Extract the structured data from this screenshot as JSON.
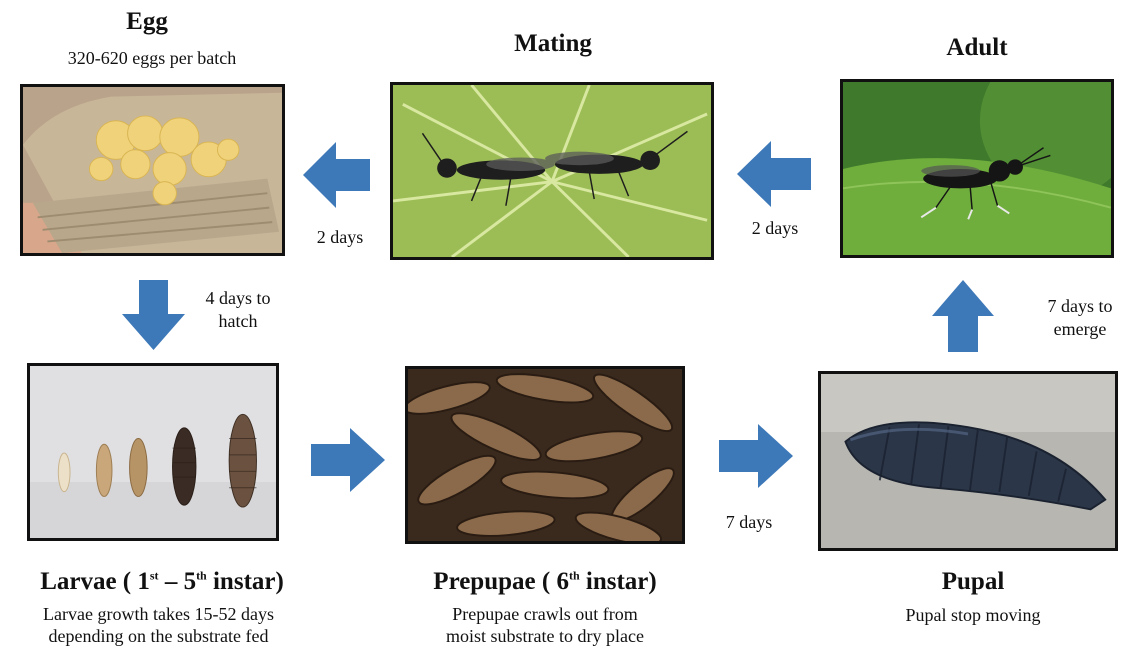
{
  "stages": {
    "egg": {
      "title": "Egg",
      "subtitle": "320-620 eggs per batch",
      "image": "egg-cluster-photo"
    },
    "mating": {
      "title": "Mating",
      "image": "mating-flies-photo"
    },
    "adult": {
      "title": "Adult",
      "image": "adult-fly-photo"
    },
    "larvae": {
      "title_prefix": "Larvae ( 1",
      "title_sup1": "st",
      "title_mid": " – 5",
      "title_sup2": "th",
      "title_suffix": " instar)",
      "desc_line1": "Larvae growth takes 15-52 days",
      "desc_line2": "depending  on the substrate fed",
      "image": "larvae-instars-photo"
    },
    "prepupae": {
      "title_prefix": "Prepupae ( 6",
      "title_sup": "th",
      "title_suffix": " instar)",
      "desc_line1": "Prepupae crawls out from",
      "desc_line2": "moist substrate to dry place",
      "image": "prepupae-photo"
    },
    "pupal": {
      "title": "Pupal",
      "subtitle": "Pupal stop moving",
      "image": "pupa-photo"
    }
  },
  "transitions": {
    "egg_to_larvae": {
      "line1": "4 days to",
      "line2": "hatch"
    },
    "mating_to_egg": {
      "line1": "2 days"
    },
    "adult_to_mating": {
      "line1": "2 days"
    },
    "prepupae_to_pupal": {
      "line1": "7 days"
    },
    "pupal_to_adult": {
      "line1": "7 days to",
      "line2": "emerge"
    }
  },
  "colors": {
    "arrow": "#3d78b8",
    "frame": "#111111"
  }
}
